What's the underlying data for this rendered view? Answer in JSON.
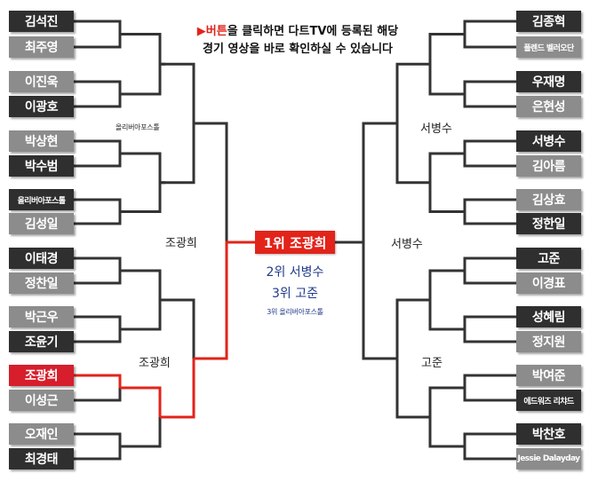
{
  "notice": {
    "arrow": "▶",
    "highlight": "버튼",
    "line1_rest": "을 클릭하면 다트TV에 등록된 해당",
    "line2": "경기 영상을 바로 확인하실 수 있습니다"
  },
  "left_bracket": [
    {
      "name": "김석진",
      "status": "winner"
    },
    {
      "name": "최주영",
      "status": "loser"
    },
    {
      "name": "이진욱",
      "status": "loser"
    },
    {
      "name": "이광호",
      "status": "winner"
    },
    {
      "name": "박상현",
      "status": "loser"
    },
    {
      "name": "박수범",
      "status": "winner"
    },
    {
      "name": "올리버아포스톨",
      "status": "winner",
      "small": true
    },
    {
      "name": "김성일",
      "status": "loser"
    },
    {
      "name": "이태경",
      "status": "winner"
    },
    {
      "name": "정찬일",
      "status": "loser"
    },
    {
      "name": "박근우",
      "status": "loser"
    },
    {
      "name": "조윤기",
      "status": "winner"
    },
    {
      "name": "조광희",
      "status": "champion"
    },
    {
      "name": "이성근",
      "status": "loser"
    },
    {
      "name": "오재인",
      "status": "loser"
    },
    {
      "name": "최경태",
      "status": "winner"
    }
  ],
  "right_bracket": [
    {
      "name": "김종혁",
      "status": "winner"
    },
    {
      "name": "폴렌드 벨러오단",
      "status": "loser",
      "small": true
    },
    {
      "name": "우재명",
      "status": "winner"
    },
    {
      "name": "은현성",
      "status": "loser"
    },
    {
      "name": "서병수",
      "status": "winner"
    },
    {
      "name": "김아름",
      "status": "loser"
    },
    {
      "name": "김상효",
      "status": "loser"
    },
    {
      "name": "정한일",
      "status": "winner"
    },
    {
      "name": "고준",
      "status": "winner"
    },
    {
      "name": "이경표",
      "status": "loser"
    },
    {
      "name": "성혜림",
      "status": "winner"
    },
    {
      "name": "정지원",
      "status": "loser"
    },
    {
      "name": "박여준",
      "status": "loser"
    },
    {
      "name": "에드워즈 리챠드",
      "status": "winner",
      "small": true
    },
    {
      "name": "박찬호",
      "status": "winner"
    },
    {
      "name": "Jessie Dalayday",
      "status": "loser",
      "small": true
    }
  ],
  "round_labels": {
    "left_upper_sf": "올리버아포스톨",
    "left_upper_final": "조광희",
    "left_lower_sf": "조광희",
    "right_upper_sf": "서병수",
    "right_final": "서병수",
    "right_lower_sf": "고준"
  },
  "result": {
    "first": "1위 조광희",
    "second": "2위 서병수",
    "third": "3위 고준",
    "third_b": "3위 올리버아포스톨"
  },
  "colors": {
    "winner_bg": "#2f2f2f",
    "loser_bg": "#8c8c8c",
    "champion_red": "#e2231a",
    "line_dark": "#333333",
    "result_blue": "#1f3a8a"
  }
}
